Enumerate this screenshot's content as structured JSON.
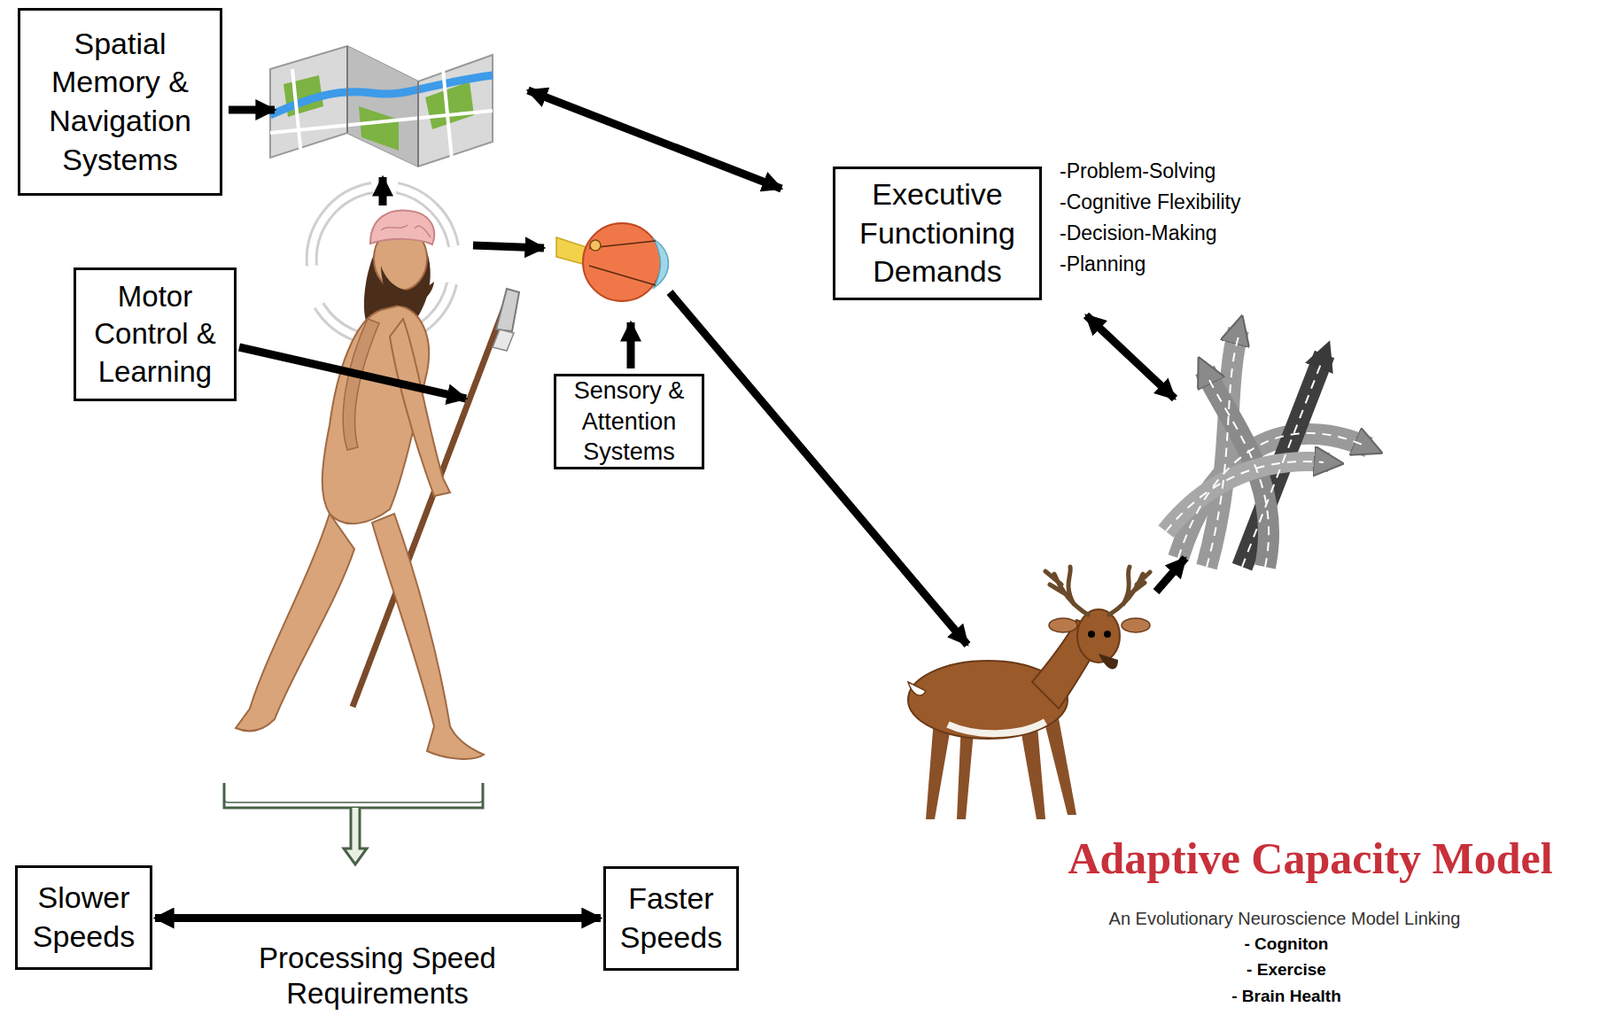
{
  "diagram": {
    "title": "Adaptive Capacity Model",
    "nodes": [
      {
        "text": [
          "Spatial Memory & Navigation Systems"
        ]
      },
      {
        "text": [
          "Motor Control & Learning"
        ]
      },
      {
        "text": [
          "Sensory & Attention Systems"
        ]
      },
      {
        "text": [
          "Executive Functioning Demands"
        ]
      },
      {
        "text": [
          "Slower Speeds"
        ]
      },
      {
        "text": [
          "Faster Speeds"
        ]
      }
    ],
    "edges": [
      {
        "from": 4,
        "to": 5,
        "arrow": "both"
      }
    ],
    "labels": [
      "-Problem-Solving",
      "-Cognitive Flexibility",
      "-Decision-Making",
      "-Planning",
      "Processing Speed Requirements",
      "An Evolutionary Neuroscience Model Linking",
      "- Cogniton",
      "- Exercise",
      "- Brain Health"
    ]
  }
}
